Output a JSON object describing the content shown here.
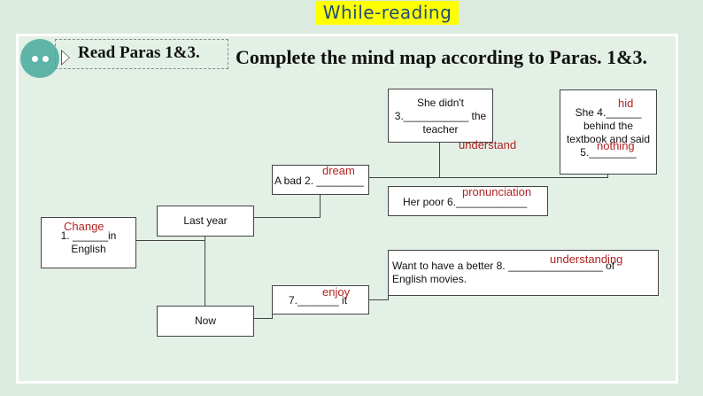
{
  "header": {
    "title": "While-reading"
  },
  "task": {
    "tag_label": "Read Paras 1&3.",
    "instruction": "Complete the mind map according to Paras. 1&3."
  },
  "mindmap": {
    "box1": {
      "line1": "1. ______in",
      "line2": "English"
    },
    "last_year": "Last year",
    "now": "Now",
    "bad": "A bad 2. ________",
    "didnt": {
      "line1": "She didn't",
      "line2": "3.___________ the",
      "line3": "teacher"
    },
    "she4": {
      "line1": "She 4.______",
      "line2": "behind the",
      "line3": "textbook and said",
      "line4": "5.________"
    },
    "poor": "Her poor 6.____________",
    "enjoy": "7._______ it",
    "want": {
      "line1": "Want to have a better 8. ________________ of",
      "line2": "English movies."
    }
  },
  "answers": {
    "a1": "Change",
    "a2": "dream",
    "a3": "understand",
    "a4": "hid",
    "a5": "nothing",
    "a6": "pronunciation",
    "a7": "enjoy",
    "a8": "understanding"
  }
}
